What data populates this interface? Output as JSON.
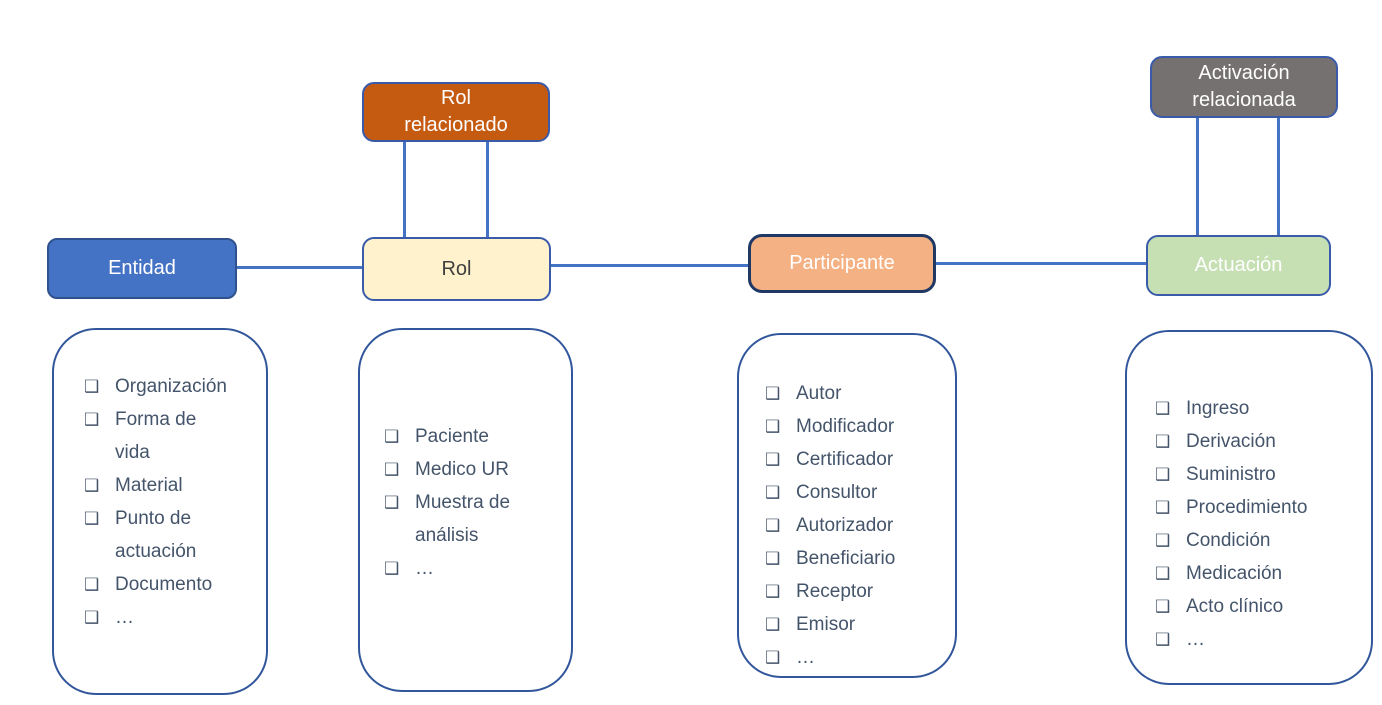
{
  "diagram": {
    "checkbox_glyph": "❑",
    "colors": {
      "connector": "#4472C4",
      "node_border": "#3A5BA9",
      "list_border": "#31569B",
      "list_text": "#44546A"
    },
    "top_boxes": {
      "rol_relacionado": {
        "label": "Rol relacionado",
        "bg": "#C55A11",
        "text": "#FFFFFF"
      },
      "activacion_relacionada": {
        "label": "Activación relacionada",
        "bg": "#767171",
        "text": "#FFFFFF"
      }
    },
    "main_boxes": {
      "entidad": {
        "label": "Entidad",
        "bg": "#4472C4",
        "text": "#FFFFFF"
      },
      "rol": {
        "label": "Rol",
        "bg": "#FFF2CC",
        "text": "#404040"
      },
      "participante": {
        "label": "Participante",
        "bg": "#F4B183",
        "text": "#FFFFFF"
      },
      "actuacion": {
        "label": "Actuación",
        "bg": "#C6E0B4",
        "text": "#FFFFFF"
      }
    },
    "lists": {
      "entidad": {
        "items": [
          "Organización",
          "Forma de\nvida",
          "Material",
          "Punto de\nactuación",
          "Documento",
          "…"
        ]
      },
      "rol": {
        "items": [
          "Paciente",
          "Medico UR",
          "Muestra de\nanálisis",
          "…"
        ]
      },
      "participante": {
        "items": [
          "Autor",
          "Modificador",
          "Certificador",
          "Consultor",
          "Autorizador",
          "Beneficiario",
          "Receptor",
          "Emisor",
          "…"
        ]
      },
      "actuacion": {
        "items": [
          "Ingreso",
          "Derivación",
          "Suministro",
          "Procedimiento",
          "Condición",
          "Medicación",
          "Acto clínico",
          "…"
        ]
      }
    }
  }
}
